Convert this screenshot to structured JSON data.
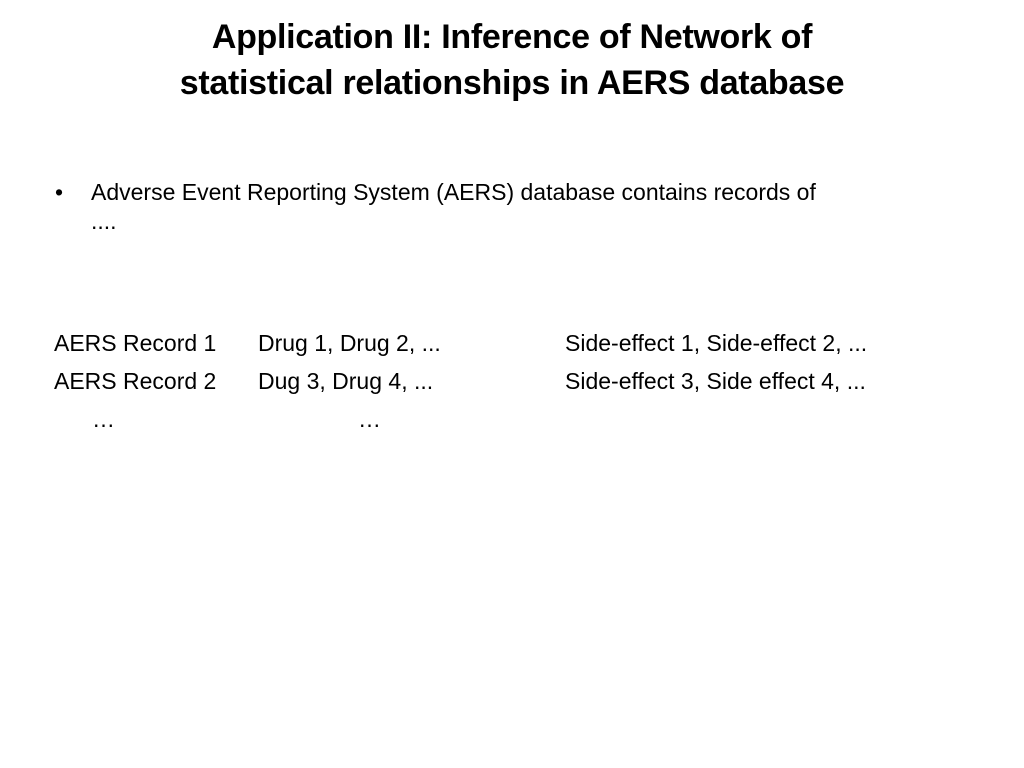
{
  "slide": {
    "title_lines": [
      "Application II: Inference of Network of",
      "statistical relationships in AERS database"
    ],
    "bullet": {
      "symbol": "•",
      "lines": [
        "Adverse Event Reporting System (AERS) database contains records of",
        "...."
      ]
    },
    "records": [
      {
        "label": "AERS Record 1",
        "drugs": "Drug 1, Drug 2, ...",
        "side_effects": "Side-effect 1, Side-effect 2, ..."
      },
      {
        "label": "AERS Record 2",
        "drugs": "Dug 3, Drug 4, ...",
        "side_effects": "Side-effect 3, Side effect 4, ..."
      }
    ],
    "ellipsis_row": [
      "…",
      "…"
    ]
  }
}
